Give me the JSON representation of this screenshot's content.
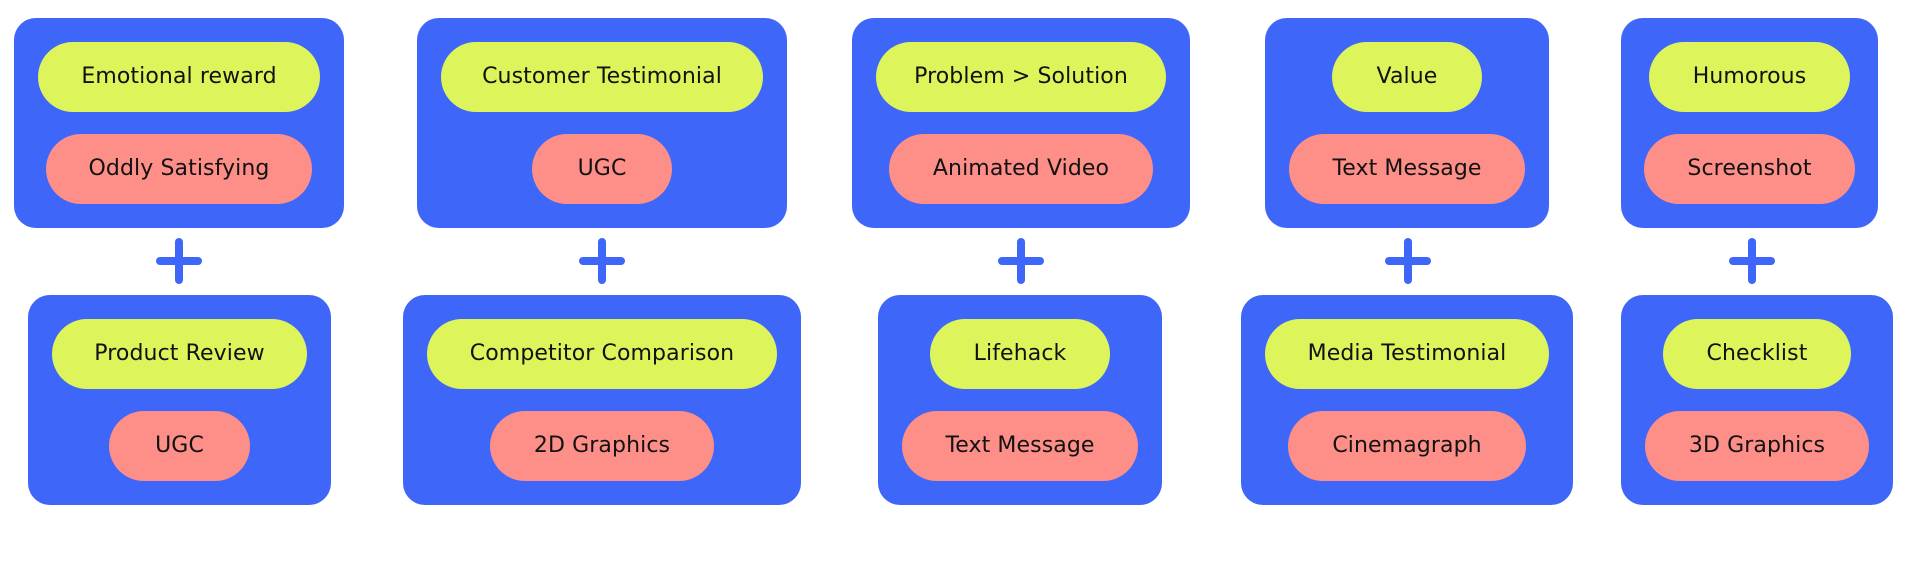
{
  "colors": {
    "card": "#3E66F8",
    "green_pill": "#DDF45B",
    "pink_pill": "#FD8E88",
    "plus": "#3E66F8",
    "text": "#121212"
  },
  "columns": [
    {
      "top": {
        "theme": "Emotional reward",
        "format": "Oddly Satisfying"
      },
      "bottom": {
        "theme": "Product Review",
        "format": "UGC"
      }
    },
    {
      "top": {
        "theme": "Customer Testimonial",
        "format": "UGC"
      },
      "bottom": {
        "theme": "Competitor Comparison",
        "format": "2D Graphics"
      }
    },
    {
      "top": {
        "theme": "Problem > Solution",
        "format": "Animated Video"
      },
      "bottom": {
        "theme": "Lifehack",
        "format": "Text Message"
      }
    },
    {
      "top": {
        "theme": "Value",
        "format": "Text Message"
      },
      "bottom": {
        "theme": "Media Testimonial",
        "format": "Cinemagraph"
      }
    },
    {
      "top": {
        "theme": "Humorous",
        "format": "Screenshot"
      },
      "bottom": {
        "theme": "Checklist",
        "format": "3D Graphics"
      }
    }
  ]
}
